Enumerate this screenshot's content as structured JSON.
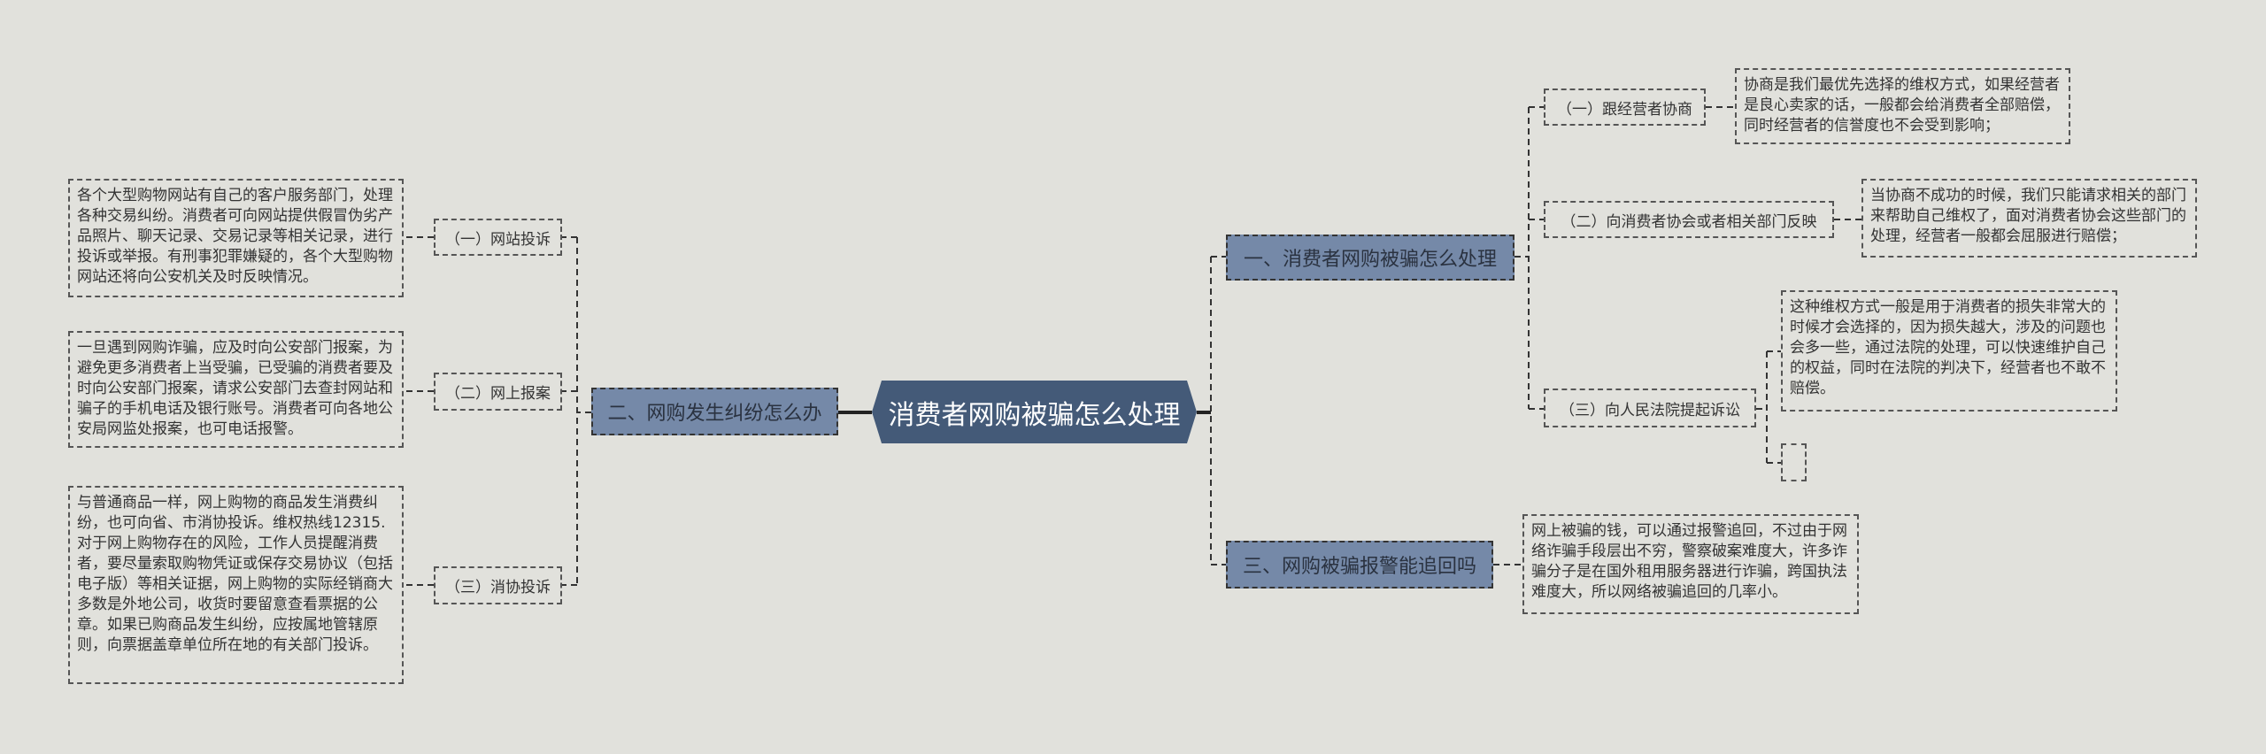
{
  "root": {
    "label": "消费者网购被骗怎么处理"
  },
  "branches": {
    "one": {
      "label": "一、消费者网购被骗怎么处理",
      "children": [
        {
          "label": "（一）跟经营者协商",
          "detail": "协商是我们最优先选择的维权方式，如果经营者是良心卖家的话，一般都会给消费者全部赔偿，同时经营者的信誉度也不会受到影响；"
        },
        {
          "label": "（二）向消费者协会或者相关部门反映",
          "detail": "当协商不成功的时候，我们只能请求相关的部门来帮助自己维权了，面对消费者协会这些部门的处理，经营者一般都会屈服进行赔偿；"
        },
        {
          "label": "（三）向人民法院提起诉讼",
          "detail": "这种维权方式一般是用于消费者的损失非常大的时候才会选择的，因为损失越大，涉及的问题也会多一些，通过法院的处理，可以快速维护自己的权益，同时在法院的判决下，经营者也不敢不赔偿。"
        }
      ]
    },
    "two": {
      "label": "二、网购发生纠纷怎么办",
      "children": [
        {
          "label": "（一）网站投诉",
          "detail": "各个大型购物网站有自己的客户服务部门，处理各种交易纠纷。消费者可向网站提供假冒伪劣产品照片、聊天记录、交易记录等相关记录，进行投诉或举报。有刑事犯罪嫌疑的，各个大型购物网站还将向公安机关及时反映情况。"
        },
        {
          "label": "（二）网上报案",
          "detail": "一旦遇到网购诈骗，应及时向公安部门报案，为避免更多消费者上当受骗，已受骗的消费者要及时向公安部门报案，请求公安部门去查封网站和骗子的手机电话及银行账号。消费者可向各地公安局网监处报案，也可电话报警。"
        },
        {
          "label": "（三）消协投诉",
          "detail": "与普通商品一样，网上购物的商品发生消费纠纷，也可向省、市消协投诉。维权热线12315.对于网上购物存在的风险，工作人员提醒消费者，要尽量索取购物凭证或保存交易协议（包括电子版）等相关证据，网上购物的实际经销商大多数是外地公司，收货时要留意查看票据的公章。如果已购商品发生纠纷，应按属地管辖原则，向票据盖章单位所在地的有关部门投诉。"
        }
      ]
    },
    "three": {
      "label": "三、网购被骗报警能追回吗",
      "detail": "网上被骗的钱，可以通过报警追回，不过由于网络诈骗手段层出不穷，警察破案难度大，许多诈骗分子是在国外租用服务器进行诈骗，跨国执法难度大，所以网络被骗追回的几率小。"
    }
  }
}
